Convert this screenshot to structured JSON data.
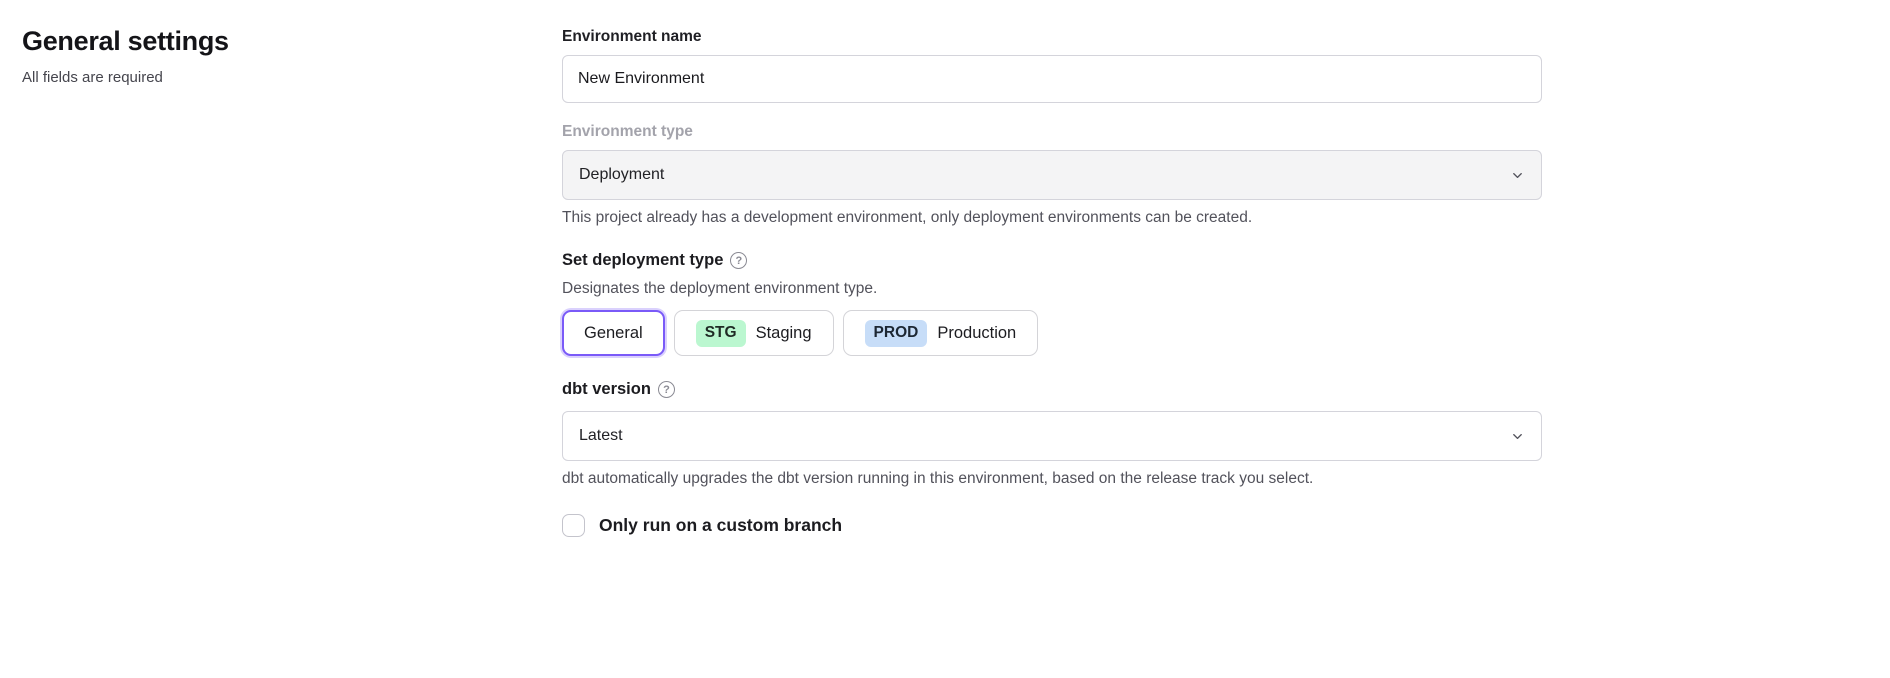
{
  "page": {
    "title": "General settings",
    "subtitle": "All fields are required"
  },
  "form": {
    "environment_name": {
      "label": "Environment name",
      "value": "New Environment"
    },
    "environment_type": {
      "label": "Environment type",
      "value": "Deployment",
      "disabled": true,
      "helper": "This project already has a development environment, only deployment environments can be created."
    },
    "deployment_type": {
      "label": "Set deployment type",
      "help_icon": "?",
      "helper": "Designates the deployment environment type.",
      "options": [
        {
          "label": "General",
          "badge": "",
          "selected": true
        },
        {
          "label": "Staging",
          "badge": "STG",
          "selected": false
        },
        {
          "label": "Production",
          "badge": "PROD",
          "selected": false
        }
      ]
    },
    "dbt_version": {
      "label": "dbt version",
      "help_icon": "?",
      "value": "Latest",
      "helper": "dbt automatically upgrades the dbt version running in this environment, based on the release track you select."
    },
    "custom_branch": {
      "label": "Only run on a custom branch",
      "checked": false
    }
  },
  "colors": {
    "accent_purple": "#7a5af8",
    "badge_stg_bg": "#bbf7d0",
    "badge_prod_bg": "#c7ddf8",
    "disabled_bg": "#f4f4f5",
    "border": "#d4d4db",
    "helper_text": "#52525b"
  }
}
